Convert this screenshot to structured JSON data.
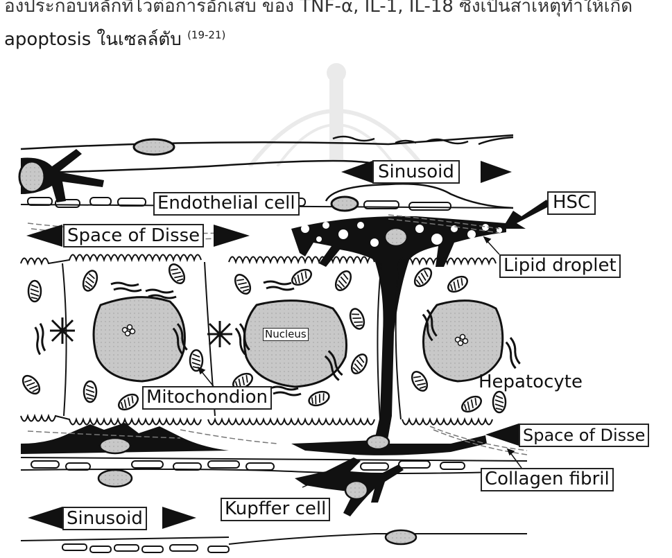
{
  "header_text": {
    "line1": "องประกอบหลักที่ไวต่อการอักเสบ ของ TNF-α, IL-1, IL-18 ซึ่งเป็นสาเหตุทำให้เกิด",
    "line2_main": "apoptosis ในเซลล์ตับ ",
    "line2_ref": "(19-21)"
  },
  "labels": {
    "sinusoid_top": "Sinusoid",
    "endothelial_cell": "Endothelial cell",
    "hsc": "HSC",
    "space_of_disse_top": "Space of Disse",
    "lipid_droplet": "Lipid droplet",
    "nucleus": "Nucleus",
    "hepatocyte": "Hepatocyte",
    "mitochondion": "Mitochondion",
    "space_of_disse_bottom": "Space of Disse",
    "collagen_fibril": "Collagen fibril",
    "kupffer_cell": "Kupffer cell",
    "sinusoid_bottom": "Sinusoid"
  }
}
